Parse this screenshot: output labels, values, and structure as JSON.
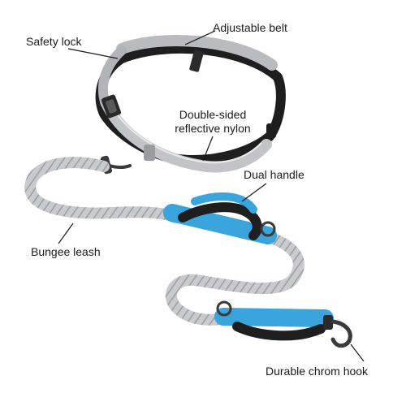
{
  "labels": {
    "safety_lock": "Safety lock",
    "adjustable_belt": "Adjustable belt",
    "double_sided_line1": "Double-sided",
    "double_sided_line2": "reflective nylon",
    "dual_handle": "Dual handle",
    "bungee_leash": "Bungee leash",
    "durable_hook": "Durable chrom hook"
  },
  "colors": {
    "belt_gray": "#b9bcbf",
    "belt_black": "#1e1e1e",
    "handle_blue": "#3aa4dc",
    "bungee_gray": "#c3c6c9",
    "metal": "#3a3a3a",
    "callout_line": "#1a1a1a"
  }
}
